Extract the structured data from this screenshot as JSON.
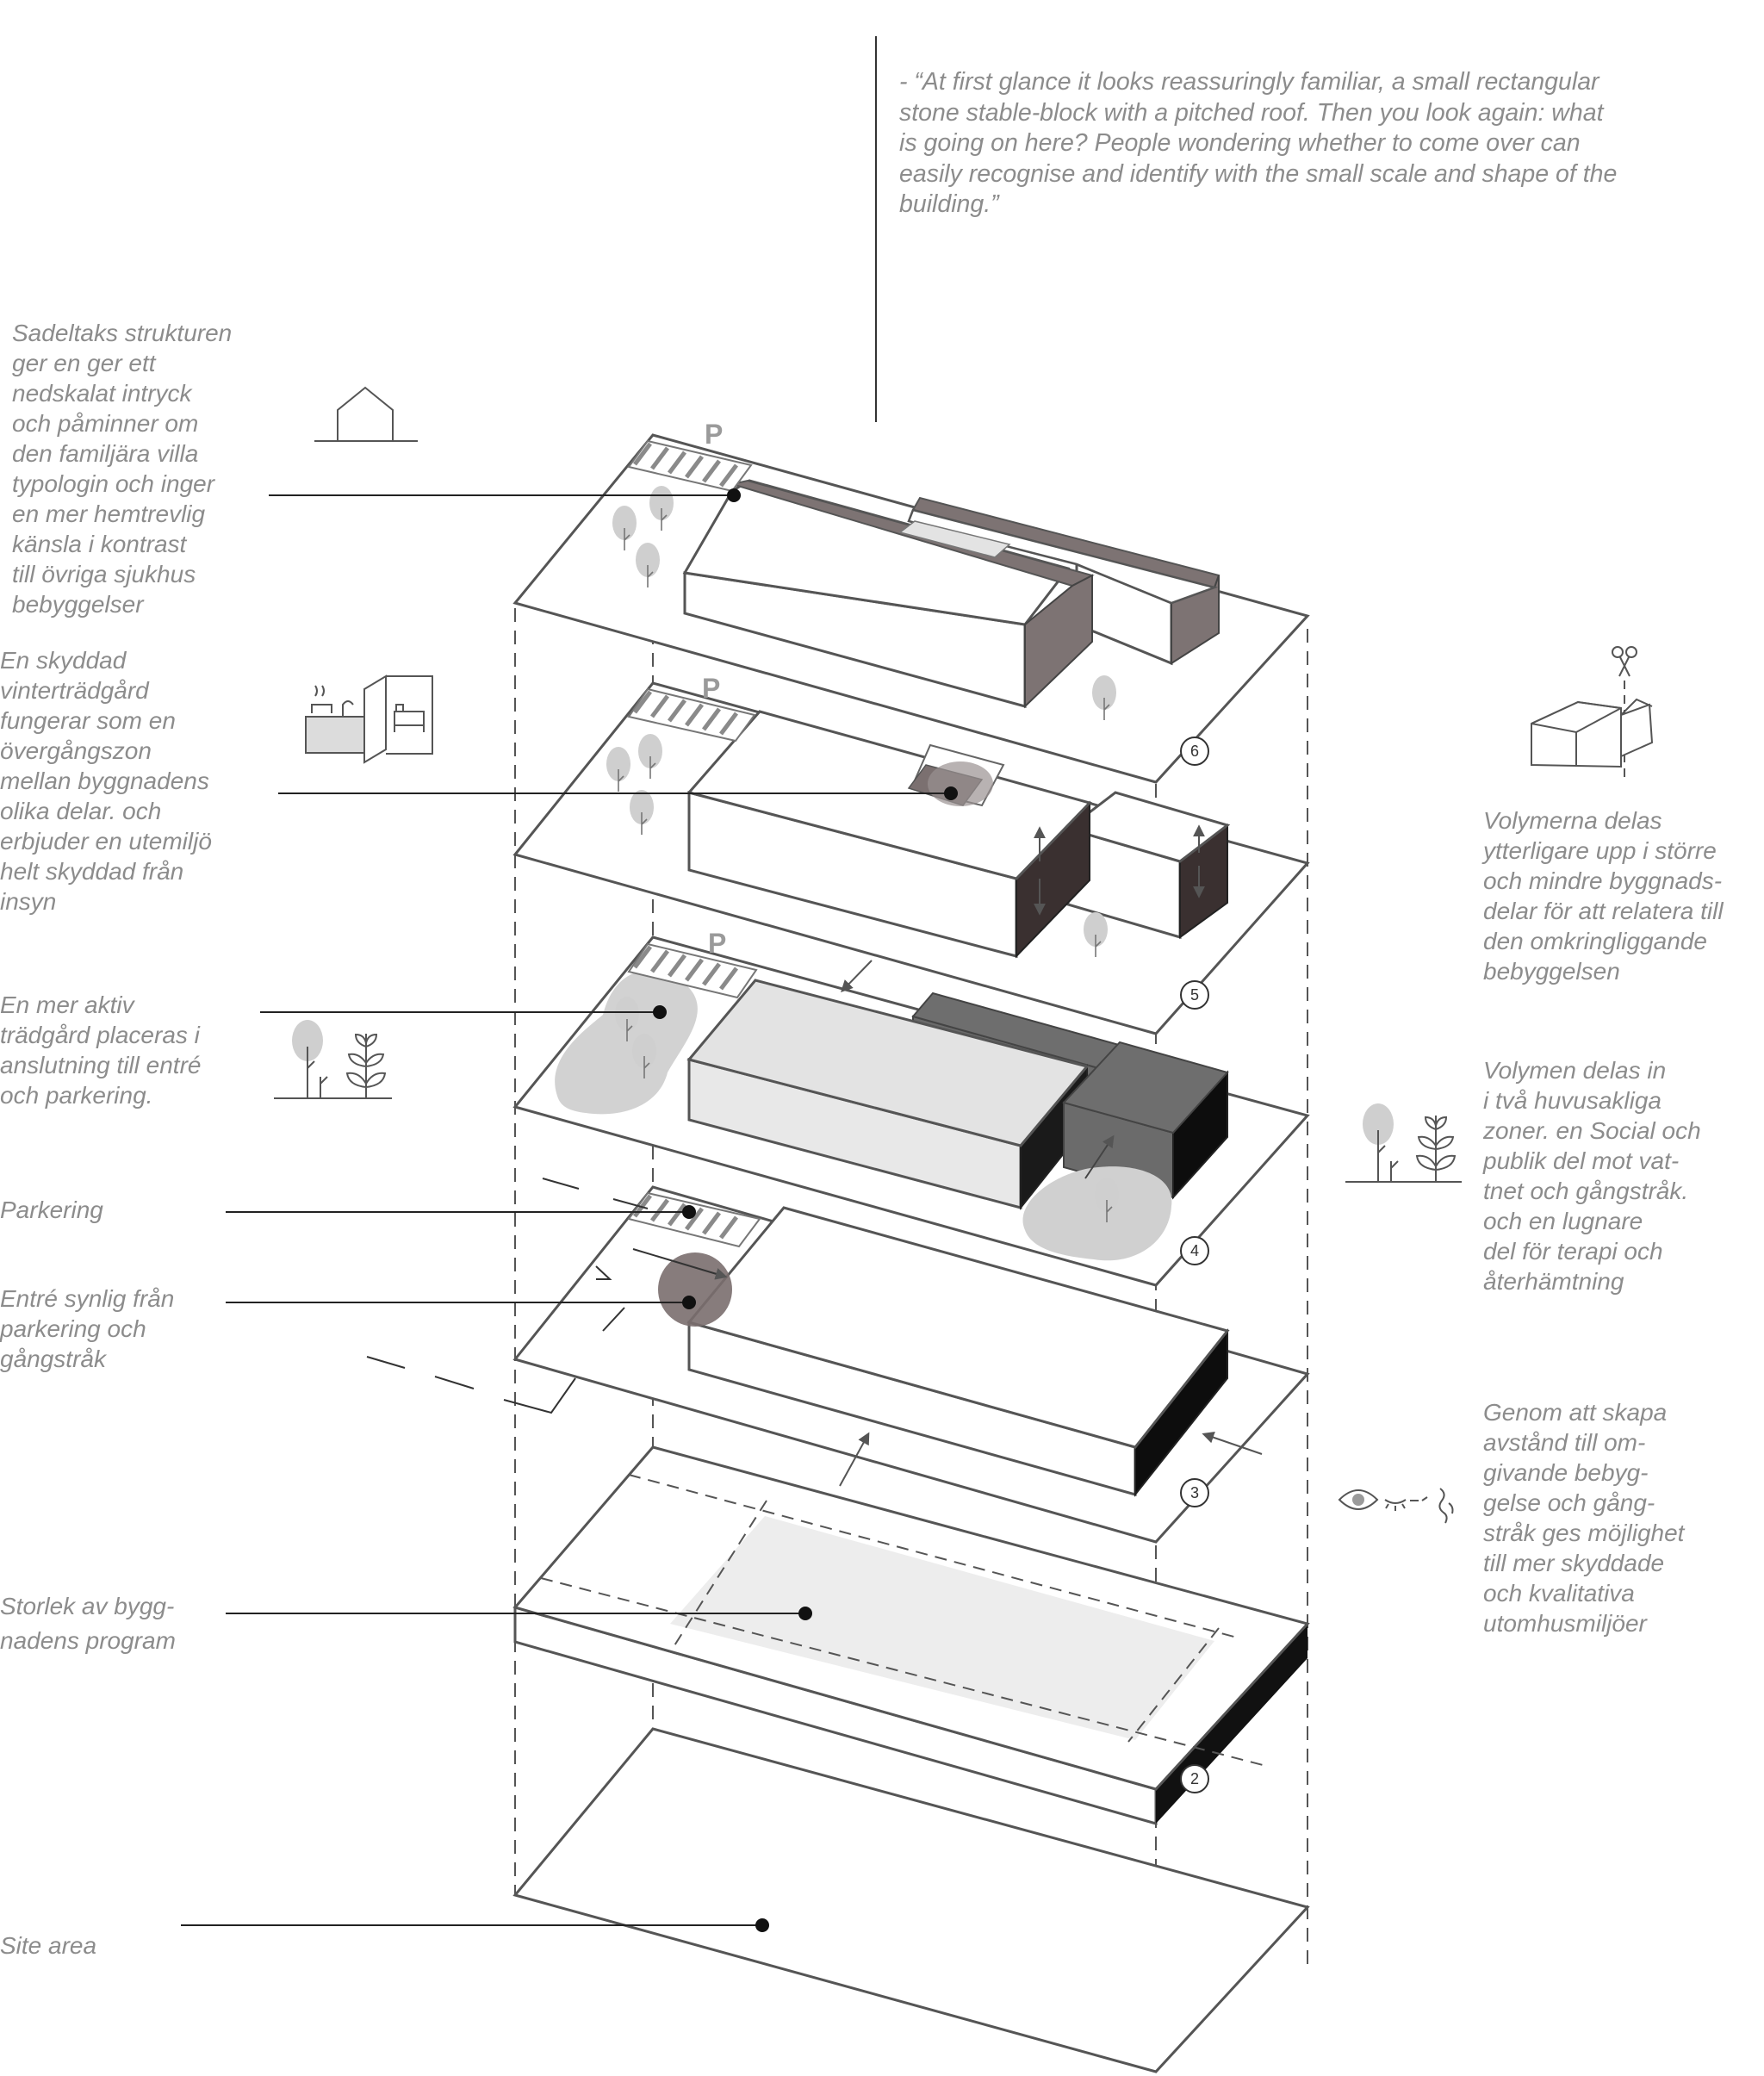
{
  "quote": {
    "lines": [
      "- “At first glance it looks reassuringly familiar, a small rectangular",
      "stone stable-block with a pitched roof. Then you look again: what",
      "is going on here? People wondering whether to come over can",
      "easily recognise and identify with the small scale and shape of the",
      "building.”"
    ]
  },
  "left_notes": [
    {
      "lines": [
        "Sadeltaks strukturen",
        "ger en ger ett",
        "nedskalat intryck",
        "och påminner om",
        "den familjära villa",
        "typologin och inger",
        "en mer hemtrevlig",
        "känsla i kontrast",
        "till övriga sjukhus",
        "bebyggelser"
      ]
    },
    {
      "lines": [
        "En skyddad",
        "vinterträdgård",
        "fungerar som en",
        "övergångszon",
        "mellan byggnadens",
        "olika delar. och",
        "erbjuder en utemiljö",
        "helt skyddad från",
        "insyn"
      ]
    },
    {
      "lines": [
        "En mer aktiv",
        "trädgård placeras i",
        "anslutning till entré",
        "och parkering."
      ]
    },
    {
      "lines": [
        "Parkering"
      ]
    },
    {
      "lines": [
        "Entré synlig från",
        "parkering och",
        "gångstråk"
      ]
    },
    {
      "lines": [
        "Storlek av bygg-",
        "nadens program"
      ]
    },
    {
      "lines": [
        "Site area"
      ]
    }
  ],
  "right_notes": [
    {
      "lines": [
        "Volymerna delas",
        "ytterligare upp i större",
        "och mindre byggnads-",
        "delar för att relatera till",
        "den omkringliggande",
        "bebyggelsen"
      ]
    },
    {
      "lines": [
        "Volymen delas in",
        "i två huvusakliga",
        "zoner. en Social och",
        "publik del mot vat-",
        "tnet och gångstråk.",
        "och en lugnare",
        "del för terapi och",
        "återhämtning"
      ]
    },
    {
      "lines": [
        "Genom att skapa",
        "avstånd till om-",
        "givande bebyg-",
        "gelse och gång-",
        "stråk ges möjlighet",
        "till mer skyddade",
        "och kvalitativa",
        "utomhusmiljöer"
      ]
    }
  ],
  "steps": [
    "6",
    "5",
    "4",
    "3",
    "2"
  ],
  "parking_label": "P",
  "colors": {
    "text": "#8c8c8c",
    "line": "#555555",
    "roof": "#7d7373",
    "dark": "#3a3030",
    "mid": "#6b6b6b",
    "light_fill": "#e3e3e3",
    "black": "#111111",
    "tree": "#cfcfcf"
  }
}
